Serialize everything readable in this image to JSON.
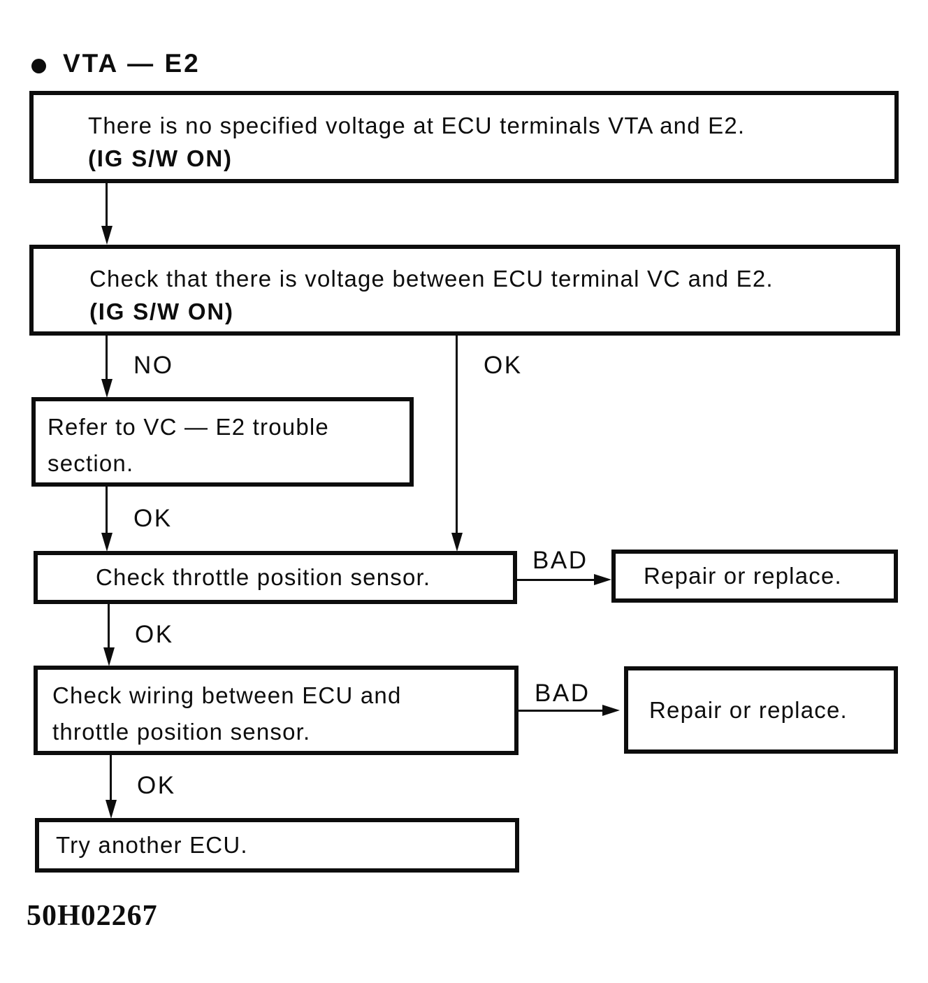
{
  "header": {
    "title": "VTA — E2"
  },
  "flowchart": {
    "boxes": {
      "no_specified_voltage": {
        "lines": [
          "There is no specified voltage at ECU terminals VTA and E2.",
          "(IG S/W ON)"
        ]
      },
      "check_vc_e2_voltage": {
        "lines": [
          "Check that there is voltage between ECU terminal VC and E2.",
          "(IG S/W ON)"
        ]
      },
      "refer_vc_e2_trouble": {
        "lines": [
          "Refer to VC — E2 trouble",
          "section."
        ]
      },
      "check_throttle_position_sensor": {
        "lines": [
          "Check throttle position sensor."
        ]
      },
      "repair_or_replace_1": {
        "lines": [
          "Repair or replace."
        ]
      },
      "check_wiring": {
        "lines": [
          "Check wiring between ECU and",
          "throttle position sensor."
        ]
      },
      "repair_or_replace_2": {
        "lines": [
          "Repair or replace."
        ]
      },
      "try_another_ecu": {
        "lines": [
          "Try another ECU."
        ]
      }
    },
    "branch_labels": {
      "no_1": "NO",
      "ok_right": "OK",
      "ok_1": "OK",
      "ok_2": "OK",
      "ok_3": "OK",
      "bad_1": "BAD",
      "bad_2": "BAD"
    }
  },
  "footer": {
    "figure_code": "50H02267"
  },
  "colors": {
    "ink": "#0d0d0d",
    "background": "#ffffff"
  }
}
